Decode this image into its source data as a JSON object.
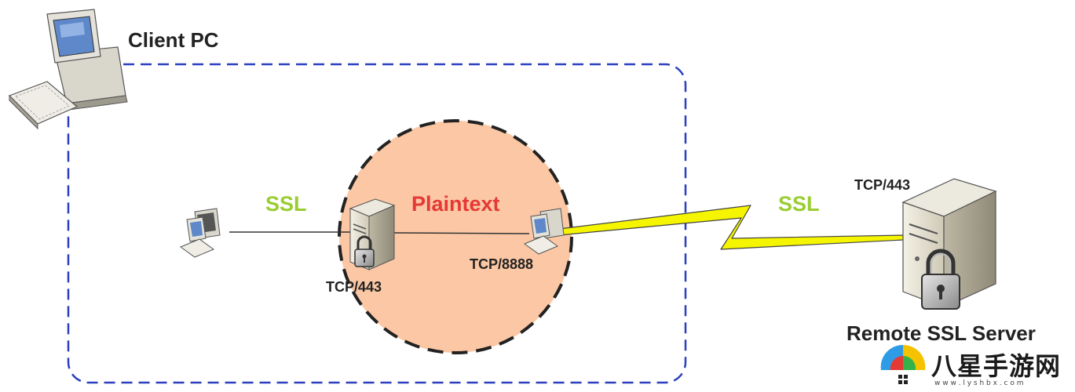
{
  "labels": {
    "client_pc": "Client PC",
    "remote_server": "Remote SSL Server",
    "ssl_left": "SSL",
    "ssl_right": "SSL",
    "plaintext": "Plaintext",
    "proxy_port": "TCP/443",
    "proxy_out_port": "TCP/8888",
    "server_port": "TCP/443"
  },
  "watermark": {
    "title": "八星手游网",
    "url": "w w w . l y s h b x . c o m"
  },
  "colors": {
    "boundary": "#2b3fbf",
    "plaintext_fill": "#fbc7a4",
    "ssl_text": "#9acd32",
    "plaintext_text": "#e53935",
    "lightning": "#f5f500"
  }
}
